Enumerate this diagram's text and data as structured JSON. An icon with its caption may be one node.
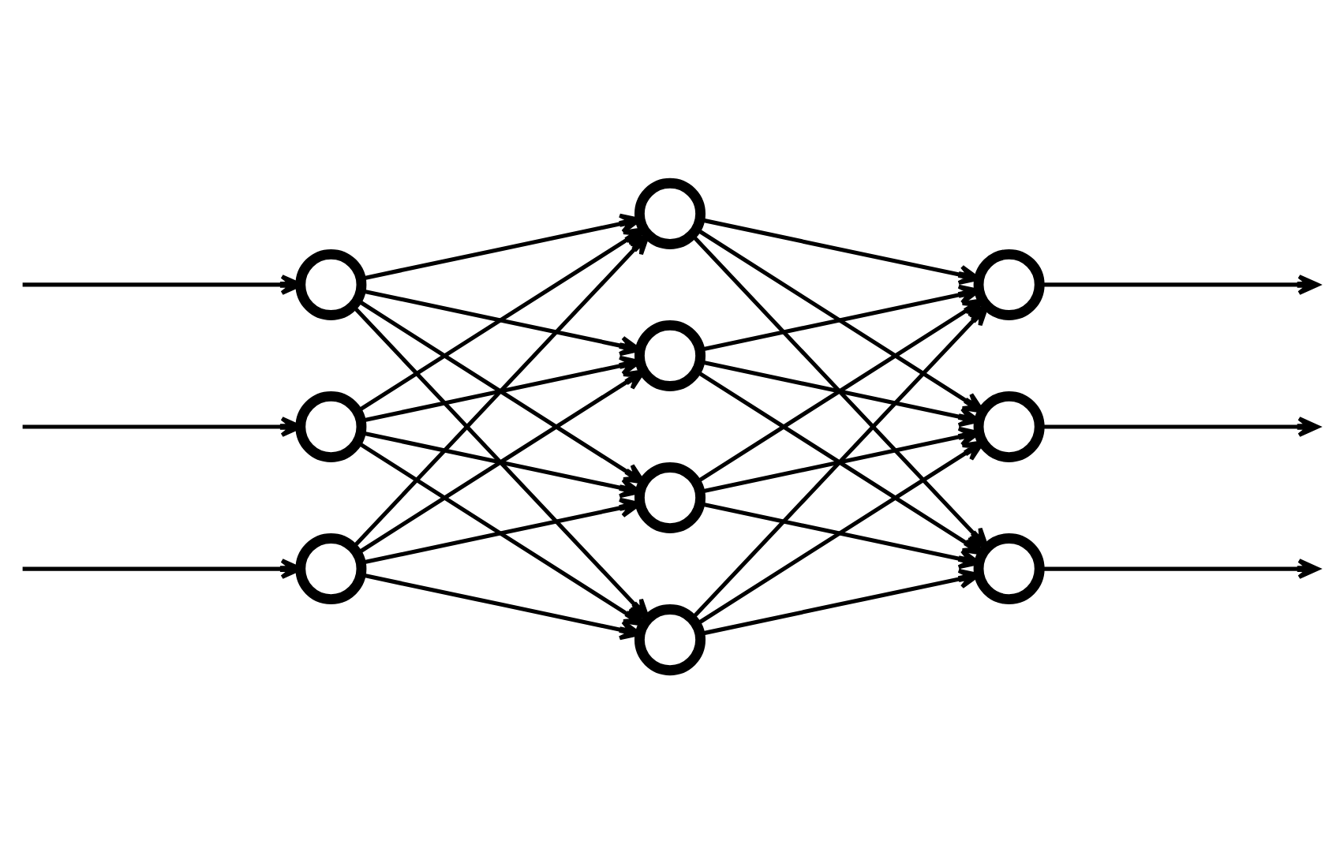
{
  "diagram": {
    "nodes": [
      {
        "text": [],
        "shape": "circle"
      },
      {
        "text": [],
        "shape": "circle"
      },
      {
        "text": [],
        "shape": "circle"
      },
      {
        "text": [],
        "shape": "circle"
      },
      {
        "text": [],
        "shape": "circle"
      },
      {
        "text": [],
        "shape": "circle"
      },
      {
        "text": [],
        "shape": "circle"
      },
      {
        "text": [],
        "shape": "circle"
      },
      {
        "text": [],
        "shape": "circle"
      },
      {
        "text": [],
        "shape": "circle"
      }
    ],
    "edges": [
      {
        "from": null,
        "to": 0,
        "arrow": "to"
      },
      {
        "from": null,
        "to": 1,
        "arrow": "to"
      },
      {
        "from": null,
        "to": 2,
        "arrow": "to"
      },
      {
        "from": 0,
        "to": 3,
        "arrow": "to"
      },
      {
        "from": 0,
        "to": 4,
        "arrow": "to"
      },
      {
        "from": 0,
        "to": 5,
        "arrow": "to"
      },
      {
        "from": 0,
        "to": 6,
        "arrow": "to"
      },
      {
        "from": 1,
        "to": 3,
        "arrow": "to"
      },
      {
        "from": 1,
        "to": 4,
        "arrow": "to"
      },
      {
        "from": 1,
        "to": 5,
        "arrow": "to"
      },
      {
        "from": 1,
        "to": 6,
        "arrow": "to"
      },
      {
        "from": 2,
        "to": 3,
        "arrow": "to"
      },
      {
        "from": 2,
        "to": 4,
        "arrow": "to"
      },
      {
        "from": 2,
        "to": 5,
        "arrow": "to"
      },
      {
        "from": 2,
        "to": 6,
        "arrow": "to"
      },
      {
        "from": 3,
        "to": 7,
        "arrow": "to"
      },
      {
        "from": 3,
        "to": 8,
        "arrow": "to"
      },
      {
        "from": 3,
        "to": 9,
        "arrow": "to"
      },
      {
        "from": 4,
        "to": 7,
        "arrow": "to"
      },
      {
        "from": 4,
        "to": 8,
        "arrow": "to"
      },
      {
        "from": 4,
        "to": 9,
        "arrow": "to"
      },
      {
        "from": 5,
        "to": 7,
        "arrow": "to"
      },
      {
        "from": 5,
        "to": 8,
        "arrow": "to"
      },
      {
        "from": 5,
        "to": 9,
        "arrow": "to"
      },
      {
        "from": 6,
        "to": 7,
        "arrow": "to"
      },
      {
        "from": 6,
        "to": 8,
        "arrow": "to"
      },
      {
        "from": 6,
        "to": 9,
        "arrow": "to"
      },
      {
        "from": 7,
        "to": null,
        "arrow": "to"
      },
      {
        "from": 8,
        "to": null,
        "arrow": "to"
      },
      {
        "from": 9,
        "to": null,
        "arrow": "to"
      }
    ]
  }
}
